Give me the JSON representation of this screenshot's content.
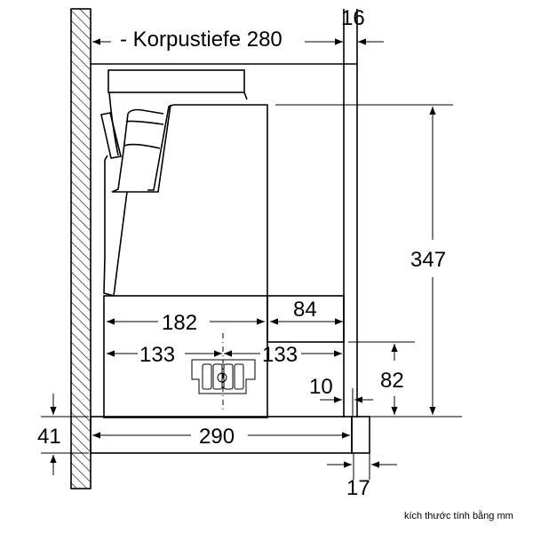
{
  "title": "- Korpustiefe 280",
  "dimensions": {
    "top_gap": "16",
    "height_total": "347",
    "width_body": "182",
    "width_right": "84",
    "left_to_center": "133",
    "center_to_right": "133",
    "right_height": "82",
    "gap_front": "10",
    "panel_height": "41",
    "panel_depth": "290",
    "front_thickness": "17"
  },
  "caption": "kích thước tính bằng mm",
  "colors": {
    "line": "#000000",
    "background": "#ffffff"
  }
}
